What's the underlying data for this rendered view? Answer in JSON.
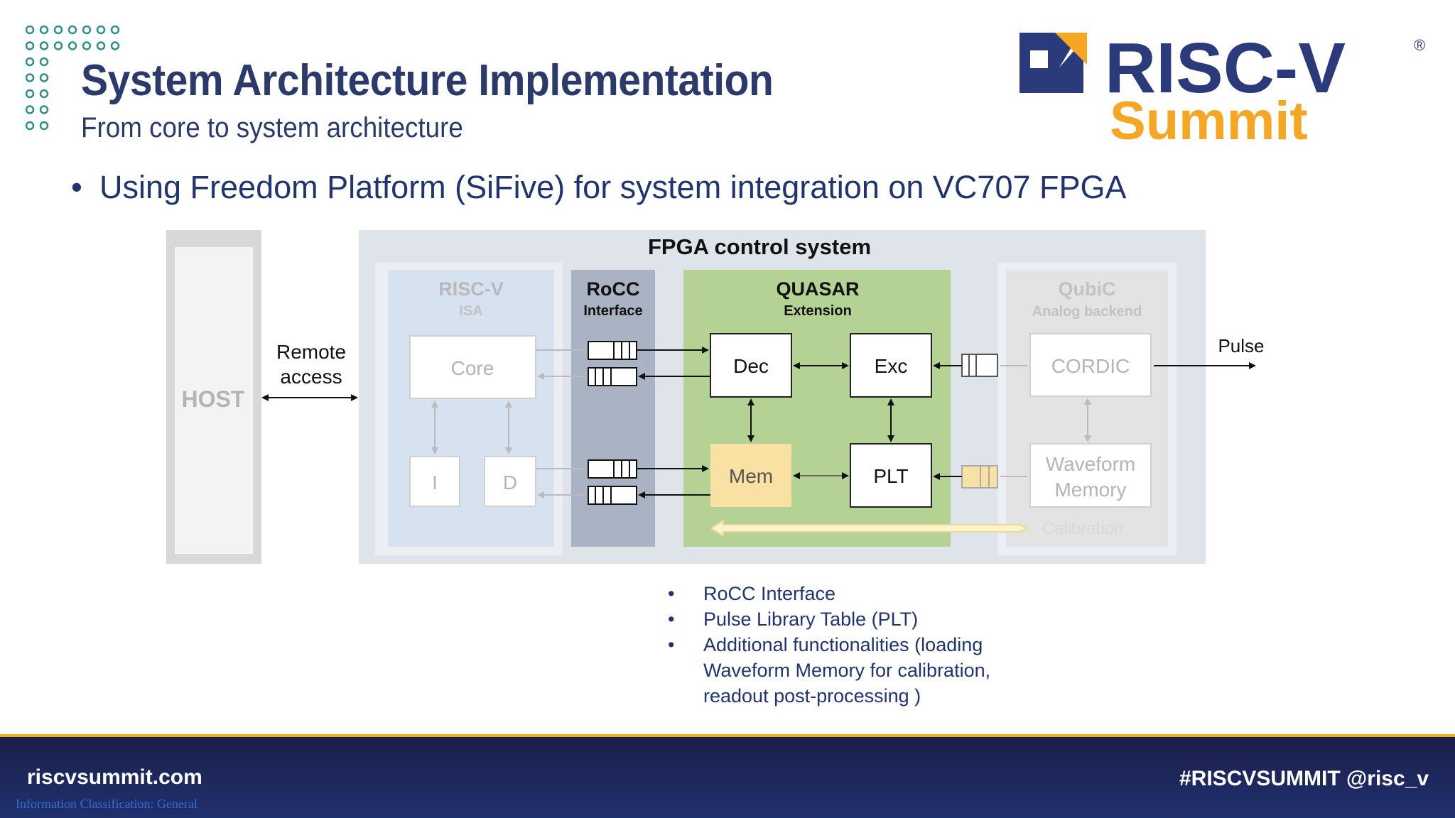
{
  "header": {
    "title": "System Architecture Implementation",
    "subtitle": "From core to system architecture"
  },
  "logo": {
    "wordmark": "RISC-V",
    "registered": "®",
    "event": "Summit",
    "colors": {
      "navy": "#2b3a7a",
      "gold": "#f5a623"
    }
  },
  "bullet": "Using Freedom Platform (SiFive) for system integration on VC707 FPGA",
  "diagram": {
    "host_label": "HOST",
    "remote_access": [
      "Remote",
      "access"
    ],
    "fpga_title": "FPGA control system",
    "riscv": {
      "title": "RISC-V",
      "sub": "ISA",
      "core": "Core",
      "i": "I",
      "d": "D"
    },
    "rocc": {
      "title": "RoCC",
      "sub": "Interface"
    },
    "quasar": {
      "title": "QUASAR",
      "sub": "Extension",
      "dec": "Dec",
      "exc": "Exc",
      "mem": "Mem",
      "plt": "PLT"
    },
    "qubic": {
      "title": "QubiC",
      "sub": "Analog backend",
      "cordic": "CORDIC",
      "waveform": [
        "Waveform",
        "Memory"
      ],
      "calibration": "Calibration"
    },
    "pulse": "Pulse"
  },
  "sub_bullets": [
    "RoCC Interface",
    "Pulse Library Table (PLT)",
    "Additional functionalities (loading Waveform Memory for calibration, readout post-processing )"
  ],
  "footer": {
    "site": "riscvsummit.com",
    "hashtags": "#RISCVSUMMIT  @risc_v",
    "classification": "Information Classification: General"
  }
}
